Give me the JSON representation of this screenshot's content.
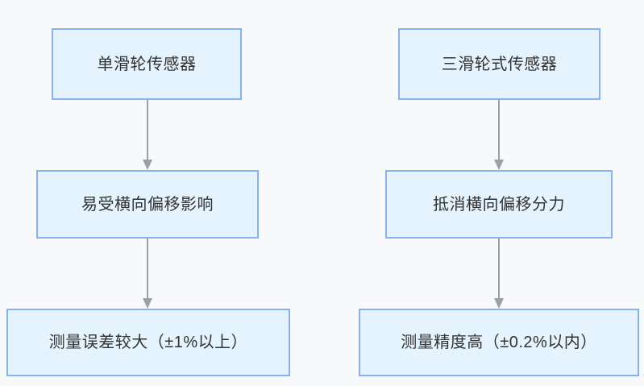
{
  "diagram": {
    "type": "flowchart",
    "orientation": "top-to-bottom",
    "background_color": "#f8f9fb",
    "node_fill_color": "#e4f3fd",
    "node_border_color": "#86b2f5",
    "node_text_color": "#333333",
    "connector_color": "#9aa0a6",
    "columns": [
      {
        "id": "single-pulley-branch",
        "nodes": [
          {
            "id": "a1",
            "label": "单滑轮传感器"
          },
          {
            "id": "a2",
            "label": "易受横向偏移影响"
          },
          {
            "id": "a3",
            "label": "测量误差较大（±1%以上）"
          }
        ],
        "edges": [
          {
            "from": "a1",
            "to": "a2",
            "arrow": "down-arrow"
          },
          {
            "from": "a2",
            "to": "a3",
            "arrow": "down-arrow"
          }
        ]
      },
      {
        "id": "triple-pulley-branch",
        "nodes": [
          {
            "id": "b1",
            "label": "三滑轮式传感器"
          },
          {
            "id": "b2",
            "label": "抵消横向偏移分力"
          },
          {
            "id": "b3",
            "label": "测量精度高（±0.2%以内）"
          }
        ],
        "edges": [
          {
            "from": "b1",
            "to": "b2",
            "arrow": "down-arrow"
          },
          {
            "from": "b2",
            "to": "b3",
            "arrow": "down-arrow"
          }
        ]
      }
    ]
  }
}
